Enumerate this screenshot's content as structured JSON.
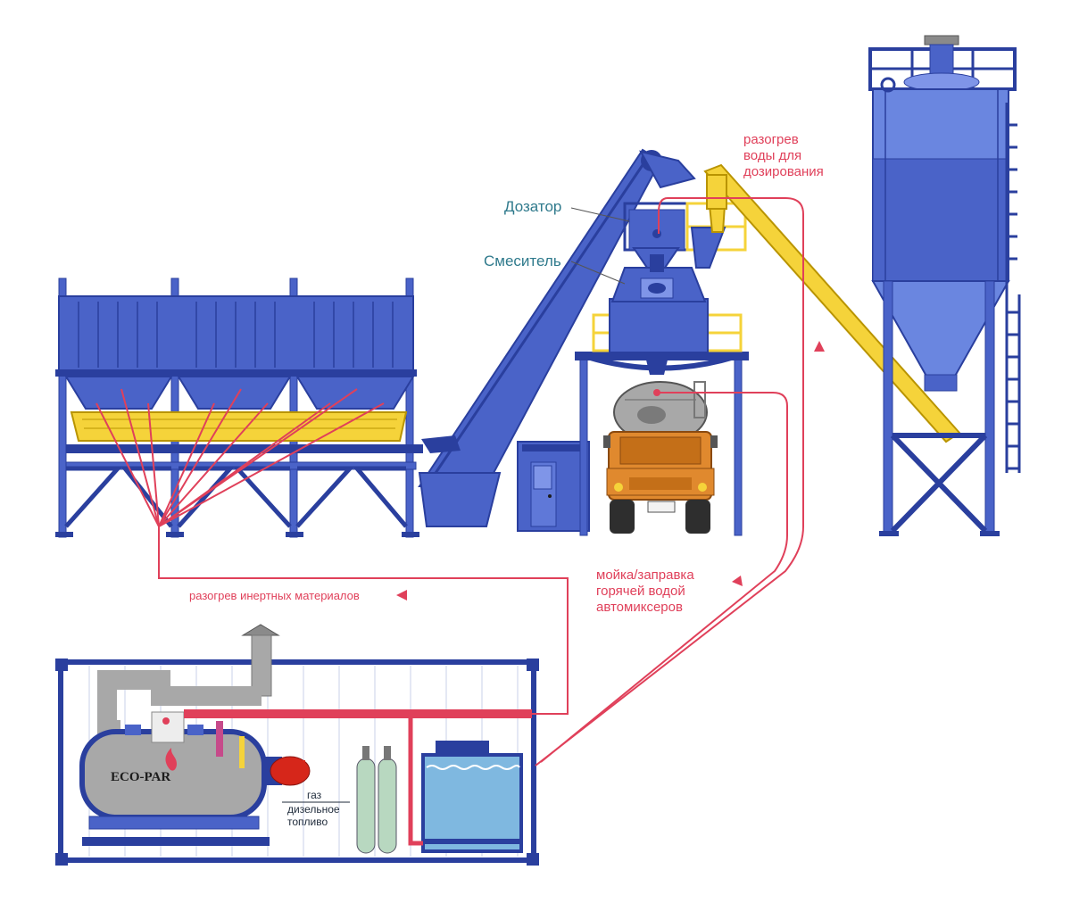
{
  "labels": {
    "dosator": "Дозатор",
    "mixer": "Смеситель",
    "water_heating": "разогрев\nводы для\nдозирования",
    "inert_heating": "разогрев инертных материалов",
    "truck_wash": "мойка/заправка\nгорячей водой\nавтомиксеров",
    "gas": "газ",
    "diesel": "дизельное\nтопливо",
    "brand": "ECO-PAR"
  },
  "colors": {
    "structure_blue": "#4a63c8",
    "dark_blue": "#2a3f9e",
    "light_blue": "#7f95e8",
    "yellow": "#f5d33a",
    "hot_line": "#e0405a",
    "orange": "#e0892e",
    "grey": "#a8a8a8",
    "tank_water": "#7fb8e0",
    "cylinder_green": "#b8d8c0"
  },
  "icons": [
    "arrow-up-icon",
    "arrow-left-icon",
    "flame-icon"
  ]
}
